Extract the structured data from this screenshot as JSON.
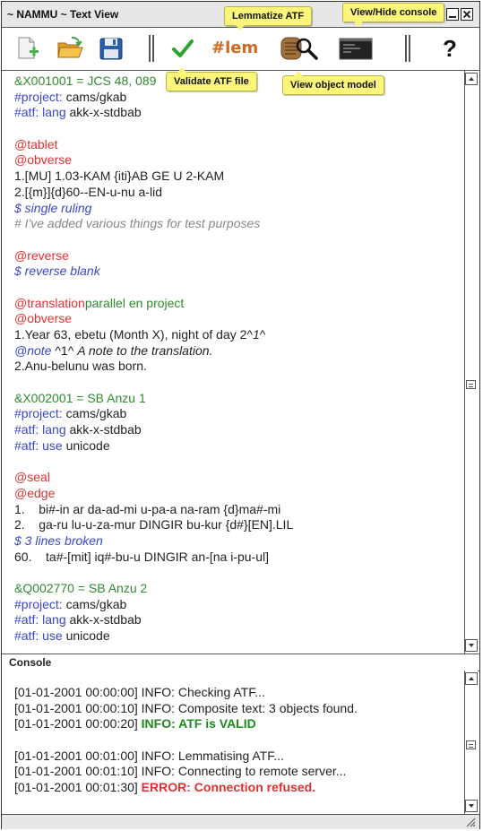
{
  "window": {
    "title": "~ NAMMU ~ Text View"
  },
  "toolbar": {
    "buttons": [
      {
        "id": "new",
        "icon": "new-file-icon"
      },
      {
        "id": "open",
        "icon": "open-folder-icon"
      },
      {
        "id": "save",
        "icon": "save-icon"
      },
      {
        "id": "validate",
        "icon": "checkmark-icon"
      },
      {
        "id": "lemmatize",
        "label": "#lem"
      },
      {
        "id": "model",
        "icon": "tablet-magnifier-icon"
      },
      {
        "id": "console",
        "icon": "console-icon"
      },
      {
        "id": "help",
        "label": "?"
      }
    ],
    "tooltips": {
      "lemmatize": "Lemmatize ATF",
      "console": "View/Hide console",
      "validate": "Validate ATF file",
      "model": "View object model"
    }
  },
  "editor": {
    "lines": [
      [
        {
          "t": "&X001001 = JCS 48, 089",
          "c": "green"
        }
      ],
      [
        {
          "t": "#project:",
          "c": "blue"
        },
        {
          "t": " cams/gkab",
          "c": "dark"
        }
      ],
      [
        {
          "t": "#atf: lang",
          "c": "blue"
        },
        {
          "t": " akk-x-stdbab",
          "c": "dark"
        }
      ],
      [],
      [
        {
          "t": "@tablet",
          "c": "red"
        }
      ],
      [
        {
          "t": "@obverse",
          "c": "red"
        }
      ],
      [
        {
          "t": "1.[MU] 1.03-KAM {iti}AB GE U 2-KAM",
          "c": "dark"
        }
      ],
      [
        {
          "t": "2.[{m}]{d}60--EN-u-nu a-lid",
          "c": "dark"
        }
      ],
      [
        {
          "t": "$ single ruling",
          "c": "blue ital"
        }
      ],
      [
        {
          "t": "# I've added various things for test purposes",
          "c": "gray"
        }
      ],
      [],
      [
        {
          "t": "@reverse",
          "c": "red"
        }
      ],
      [
        {
          "t": "$ reverse blank",
          "c": "blue ital"
        }
      ],
      [],
      [
        {
          "t": "@translation",
          "c": "red"
        },
        {
          "t": "parallel en project",
          "c": "green"
        }
      ],
      [
        {
          "t": "@obverse",
          "c": "red"
        }
      ],
      [
        {
          "t": "1.Year 63, ebetu (Month X), night of day 2^",
          "c": "dark"
        },
        {
          "t": "1",
          "c": "dark ital"
        },
        {
          "t": "^",
          "c": "dark"
        }
      ],
      [
        {
          "t": "@note",
          "c": "blue ital"
        },
        {
          "t": " ^1^ ",
          "c": "dark"
        },
        {
          "t": "A note to the translation.",
          "c": "dark ital"
        }
      ],
      [
        {
          "t": "2.Anu-belunu was born.",
          "c": "dark"
        }
      ],
      [],
      [
        {
          "t": "&X002001 = SB Anzu 1",
          "c": "green"
        }
      ],
      [
        {
          "t": "#project:",
          "c": "blue"
        },
        {
          "t": " cams/gkab",
          "c": "dark"
        }
      ],
      [
        {
          "t": "#atf: lang",
          "c": "blue"
        },
        {
          "t": " akk-x-stdbab",
          "c": "dark"
        }
      ],
      [
        {
          "t": "#atf: use",
          "c": "blue"
        },
        {
          "t": " unicode",
          "c": "dark"
        }
      ],
      [],
      [
        {
          "t": "@seal",
          "c": "red"
        }
      ],
      [
        {
          "t": "@edge",
          "c": "red"
        }
      ],
      [
        {
          "t": "1.    bi#-in ar da-ad-mi u-pa-a na-ram {d}ma#-mi",
          "c": "dark"
        }
      ],
      [
        {
          "t": "2.    ga-ru lu-u-za-mur DINGIR bu-kur {d#}[EN].LIL",
          "c": "dark"
        }
      ],
      [
        {
          "t": "$ 3 lines broken",
          "c": "blue ital"
        }
      ],
      [
        {
          "t": "60.    ta#-[mit] iq#-bu-u DINGIR an-[na i-pu-ul]",
          "c": "dark"
        }
      ],
      [],
      [
        {
          "t": "&Q002770 = SB Anzu 2",
          "c": "green"
        }
      ],
      [
        {
          "t": "#project:",
          "c": "blue"
        },
        {
          "t": " cams/gkab",
          "c": "dark"
        }
      ],
      [
        {
          "t": "#atf: lang",
          "c": "blue"
        },
        {
          "t": " akk-x-stdbab",
          "c": "dark"
        }
      ],
      [
        {
          "t": "#atf: use",
          "c": "blue"
        },
        {
          "t": " unicode",
          "c": "dark"
        }
      ]
    ]
  },
  "console": {
    "title": "Console",
    "lines": [
      [
        {
          "t": "[01-01-2001 00:00:00]",
          "c": "dark"
        },
        {
          "t": " INFO: Checking ATF...",
          "c": "dark"
        }
      ],
      [
        {
          "t": "[01-01-2001 00:00:10]",
          "c": "dark"
        },
        {
          "t": " INFO: Composite text: 3 objects found.",
          "c": "dark"
        }
      ],
      [
        {
          "t": "[01-01-2001 00:00:20]",
          "c": "dark"
        },
        {
          "t": " INFO: ATF is VALID",
          "c": "info-ok"
        }
      ],
      [],
      [
        {
          "t": "[01-01-2001 00:01:00]",
          "c": "dark"
        },
        {
          "t": " INFO: Lemmatising ATF...",
          "c": "dark"
        }
      ],
      [
        {
          "t": "[01-01-2001 00:01:10]",
          "c": "dark"
        },
        {
          "t": " INFO: Connecting to remote server...",
          "c": "dark"
        }
      ],
      [
        {
          "t": "[01-01-2001 00:01:30]",
          "c": "dark"
        },
        {
          "t": " ERROR: Connection refused.",
          "c": "error"
        }
      ]
    ]
  },
  "colors": {
    "keyword_green": "#2e8b2e",
    "keyword_blue": "#3a47c9",
    "keyword_red": "#e03030",
    "tooltip_bg": "#fbf57a"
  }
}
